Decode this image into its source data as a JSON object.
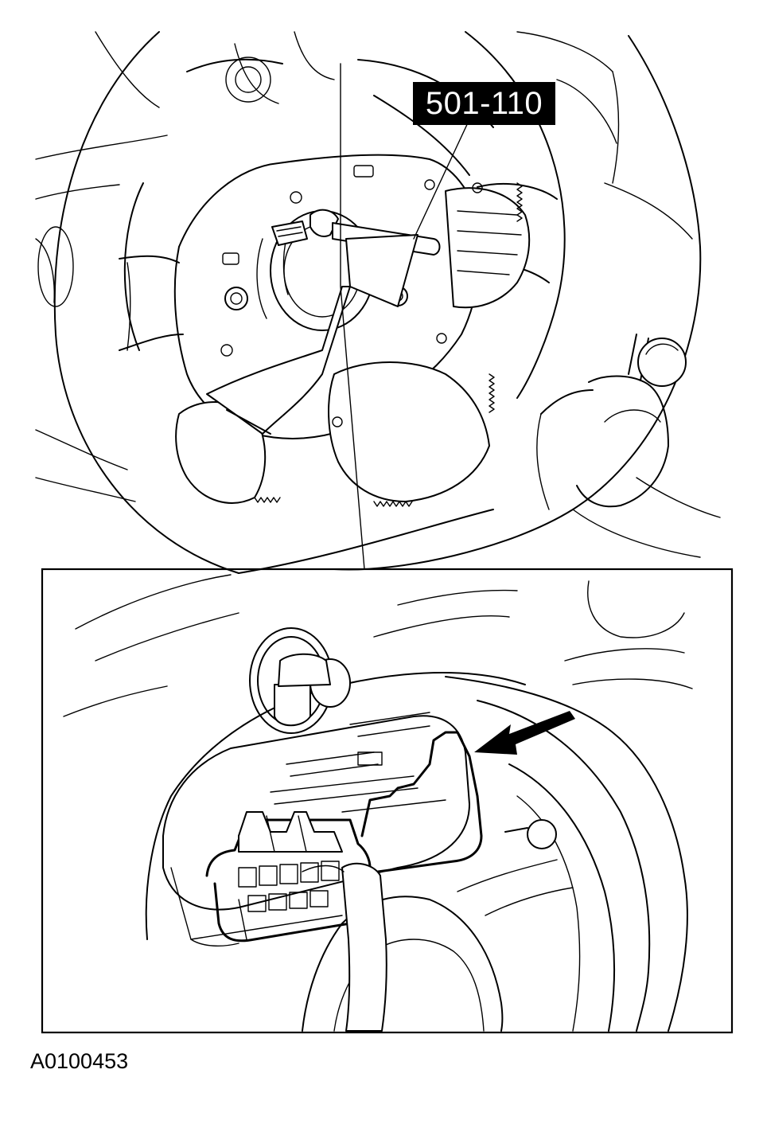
{
  "diagram": {
    "tool_callout": "501-110",
    "figure_id": "A0100453",
    "colors": {
      "line": "#000000",
      "background": "#ffffff",
      "label_fill": "#000000",
      "label_text": "#ffffff"
    },
    "icons": [
      "steering-wheel-illustration",
      "clockspring-connector-illustration",
      "direction-arrow-icon"
    ]
  }
}
